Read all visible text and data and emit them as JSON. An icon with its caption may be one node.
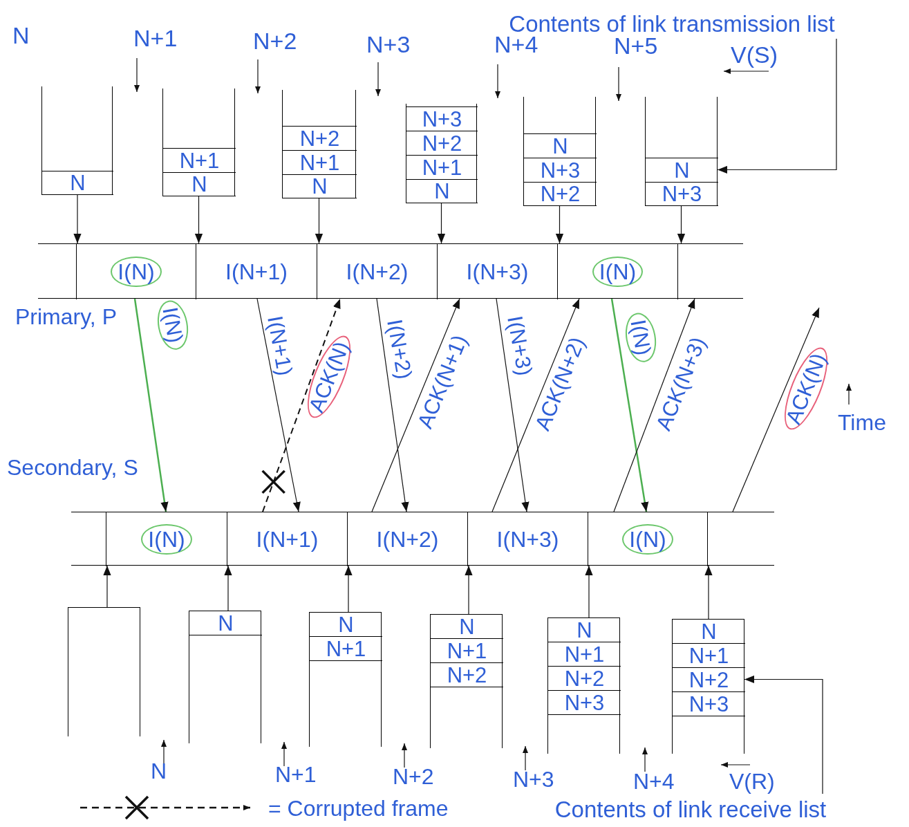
{
  "diagram": {
    "nodes": [
      {
        "text": [],
        "shape": "box"
      },
      {
        "text": [
          "N"
        ],
        "in": 0
      },
      {
        "text": [],
        "shape": "box"
      },
      {
        "text": [
          "N+1"
        ],
        "in": 2
      },
      {
        "text": [
          "N"
        ],
        "in": 2
      },
      {
        "text": [],
        "shape": "box"
      },
      {
        "text": [
          "N+2"
        ],
        "in": 5
      },
      {
        "text": [
          "N+1"
        ],
        "in": 5
      },
      {
        "text": [
          "N"
        ],
        "in": 5
      },
      {
        "text": [],
        "shape": "box"
      },
      {
        "text": [
          "N+3"
        ],
        "in": 9
      },
      {
        "text": [
          "N+2"
        ],
        "in": 9
      },
      {
        "text": [
          "N+1"
        ],
        "in": 9
      },
      {
        "text": [
          "N"
        ],
        "in": 9
      },
      {
        "text": [],
        "shape": "box"
      },
      {
        "text": [
          "N"
        ],
        "in": 14
      },
      {
        "text": [
          "N+3"
        ],
        "in": 14
      },
      {
        "text": [
          "N+2"
        ],
        "in": 14
      },
      {
        "text": [],
        "shape": "box"
      },
      {
        "text": [
          "N"
        ],
        "in": 18
      },
      {
        "text": [
          "N+3"
        ],
        "in": 18
      },
      {
        "text": [
          "Contents of link transmission list"
        ]
      },
      {
        "text": [],
        "shape": "bar"
      },
      {
        "text": [
          "I(N)"
        ],
        "in": 22
      },
      {
        "text": [
          "I(N+1)"
        ],
        "in": 22
      },
      {
        "text": [
          "I(N+2)"
        ],
        "in": 22
      },
      {
        "text": [
          "I(N+3)"
        ],
        "in": 22
      },
      {
        "text": [
          "I(N)"
        ],
        "in": 22
      },
      {
        "text": [],
        "shape": "box",
        "in": 22
      },
      {
        "text": [],
        "shape": "bar"
      },
      {
        "text": [
          "I(N)"
        ],
        "in": 29
      },
      {
        "text": [
          "I(N+1)"
        ],
        "in": 29
      },
      {
        "text": [
          "I(N+2)"
        ],
        "in": 29
      },
      {
        "text": [
          "I(N+3)"
        ],
        "in": 29
      },
      {
        "text": [
          "I(N)"
        ],
        "in": 29
      },
      {
        "text": [],
        "shape": "box",
        "in": 29
      },
      {
        "text": [],
        "shape": "box"
      },
      {
        "text": [],
        "shape": "box"
      },
      {
        "text": [
          "N"
        ],
        "in": 37
      },
      {
        "text": [],
        "shape": "box"
      },
      {
        "text": [
          "N"
        ],
        "in": 39
      },
      {
        "text": [
          "N+1"
        ],
        "in": 39
      },
      {
        "text": [],
        "shape": "box"
      },
      {
        "text": [
          "N"
        ],
        "in": 42
      },
      {
        "text": [
          "N+1"
        ],
        "in": 42
      },
      {
        "text": [
          "N+2"
        ],
        "in": 42
      },
      {
        "text": [],
        "shape": "box"
      },
      {
        "text": [
          "N"
        ],
        "in": 46
      },
      {
        "text": [
          "N+1"
        ],
        "in": 46
      },
      {
        "text": [
          "N+2"
        ],
        "in": 46
      },
      {
        "text": [
          "N+3"
        ],
        "in": 46
      },
      {
        "text": [],
        "shape": "box"
      },
      {
        "text": [
          "N"
        ],
        "in": 51
      },
      {
        "text": [
          "N+1"
        ],
        "in": 51
      },
      {
        "text": [
          "N+2"
        ],
        "in": 51
      },
      {
        "text": [
          "N+3"
        ],
        "in": 51
      },
      {
        "text": [
          "Contents of link receive list"
        ]
      }
    ],
    "edges": [
      {
        "from": 0,
        "to": 23,
        "arrow": "to"
      },
      {
        "from": 2,
        "to": 24,
        "arrow": "to"
      },
      {
        "from": 5,
        "to": 25,
        "arrow": "to"
      },
      {
        "from": 9,
        "to": 26,
        "arrow": "to"
      },
      {
        "from": 14,
        "to": 27,
        "arrow": "to"
      },
      {
        "from": 18,
        "to": 28,
        "arrow": "to"
      },
      {
        "from": 21,
        "to": 19,
        "arrow": "to"
      },
      {
        "from": 23,
        "to": 30,
        "arrow": "to",
        "label": "I(N)",
        "color": "#4caf50"
      },
      {
        "from": 24,
        "to": 31,
        "arrow": "to",
        "label": "I(N+1)"
      },
      {
        "from": 31,
        "to": 25,
        "arrow": "to",
        "label": "ACK(N)",
        "style": "dashed"
      },
      {
        "from": 25,
        "to": 32,
        "arrow": "to",
        "label": "I(N+2)"
      },
      {
        "from": 32,
        "to": 26,
        "arrow": "to",
        "label": "ACK(N+1)"
      },
      {
        "from": 26,
        "to": 33,
        "arrow": "to",
        "label": "I(N+3)"
      },
      {
        "from": 33,
        "to": 27,
        "arrow": "to",
        "label": "ACK(N+2)"
      },
      {
        "from": 27,
        "to": 34,
        "arrow": "to",
        "label": "I(N)",
        "color": "#4caf50"
      },
      {
        "from": 34,
        "to": 28,
        "arrow": "to",
        "label": "ACK(N+3)"
      },
      {
        "from": 35,
        "to": null,
        "arrow": "to",
        "label": "ACK(N)"
      },
      {
        "from": 36,
        "to": 30,
        "arrow": "to"
      },
      {
        "from": 37,
        "to": 31,
        "arrow": "to"
      },
      {
        "from": 39,
        "to": 32,
        "arrow": "to"
      },
      {
        "from": 42,
        "to": 33,
        "arrow": "to"
      },
      {
        "from": 46,
        "to": 34,
        "arrow": "to"
      },
      {
        "from": 51,
        "to": 35,
        "arrow": "to"
      },
      {
        "from": 56,
        "to": 54,
        "arrow": "to"
      }
    ],
    "labels": [
      "N",
      "N+1",
      "N+2",
      "N+3",
      "N+4",
      "N+5",
      "V(S)",
      "Primary, P",
      "Secondary, S",
      "Time",
      "N",
      "N+1",
      "N+2",
      "N+3",
      "N+4",
      "V(R)"
    ],
    "legend": [
      {
        "text": "= Corrupted frame"
      }
    ]
  }
}
